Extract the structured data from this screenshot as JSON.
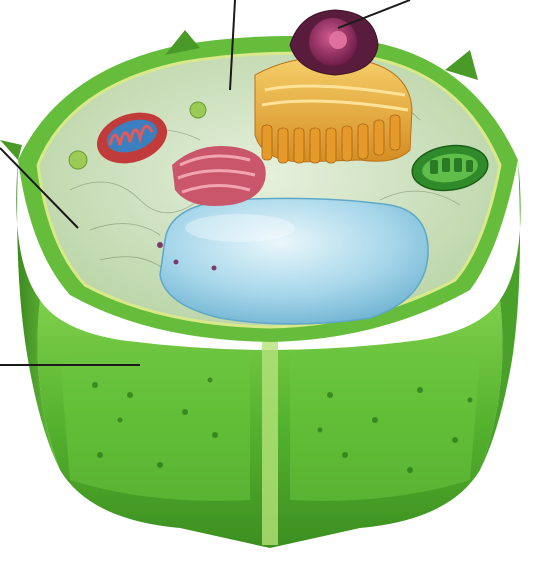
{
  "diagram": {
    "subject": "plant-cell",
    "organelles": [
      "cell-wall",
      "cell-membrane",
      "cytoplasm",
      "nucleus",
      "golgi-apparatus",
      "endoplasmic-reticulum",
      "mitochondrion",
      "chloroplast",
      "vacuole"
    ],
    "leader_lines": 4,
    "labels": []
  },
  "colors": {
    "cell_wall": "#56b233",
    "cell_wall_dark": "#2f8a1c",
    "cytoplasm": "#cfe3c2",
    "vacuole": "#a9d8ec",
    "nucleus": "#8a2a5e",
    "golgi": "#e8a93a",
    "mitochondrion": "#c23b3b",
    "chloroplast": "#3e9a35",
    "leader_line": "#1a1a1a"
  }
}
